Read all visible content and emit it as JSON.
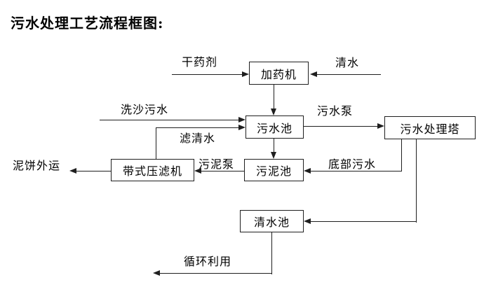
{
  "title": "污水处理工艺流程框图:",
  "nodes": {
    "dosing_machine": "加药机",
    "sewage_pool": "污水池",
    "treatment_tower": "污水处理塔",
    "sludge_pool": "污泥池",
    "belt_filter_press": "带式压滤机",
    "clean_water_pool": "清水池"
  },
  "flow_labels": {
    "dry_chemical": "干药剂",
    "clean_water": "清水",
    "sand_washing_sewage": "洗沙污水",
    "filtered_water": "滤清水",
    "sewage_pump": "污水泵",
    "sludge_pump": "污泥泵",
    "bottom_sewage": "底部污水",
    "mud_cake_transport": "泥饼外运",
    "recycle_use": "循环利用"
  },
  "colors": {
    "line": "#1f1f1f",
    "text": "#000000",
    "background": "#ffffff"
  }
}
